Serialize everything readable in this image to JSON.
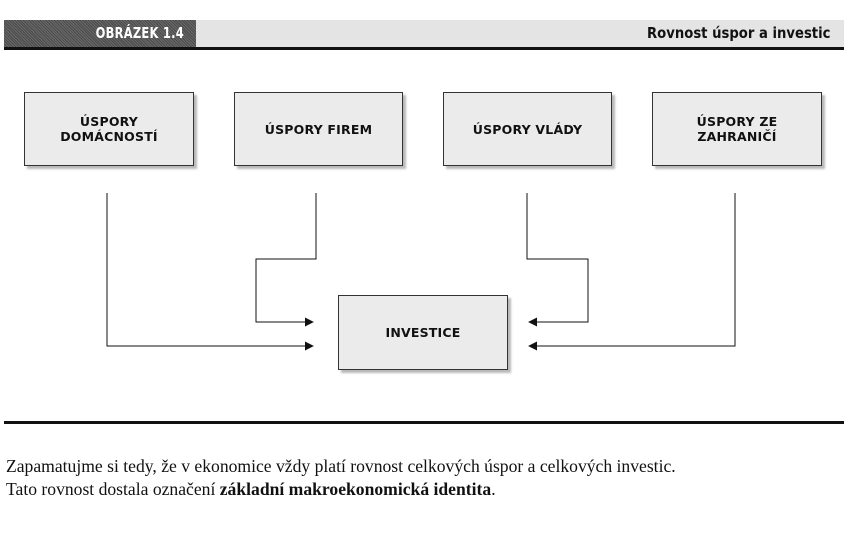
{
  "header": {
    "figure_label": "OBRÁZEK 1.4",
    "title": "Rovnost úspor a investic"
  },
  "diagram": {
    "nodes": {
      "households": [
        "ÚSPORY",
        "DOMÁCNOSTÍ"
      ],
      "firms": "ÚSPORY FIREM",
      "government": "ÚSPORY VLÁDY",
      "foreign": [
        "ÚSPORY ZE",
        "ZAHRANIČÍ"
      ],
      "investment": "INVESTICE"
    }
  },
  "text": {
    "line1": "Zapamatujme si tedy, že v ekonomice vždy platí rovnost celkových úspor a celkových investic.",
    "line2_before": "Tato rovnost dostala označení ",
    "line2_bold": "základní makroekonomická identita",
    "line2_after": "."
  },
  "colors": {
    "box_fill": "#ebebeb",
    "header_band": "#e4e4e4",
    "ink": "#111111"
  }
}
